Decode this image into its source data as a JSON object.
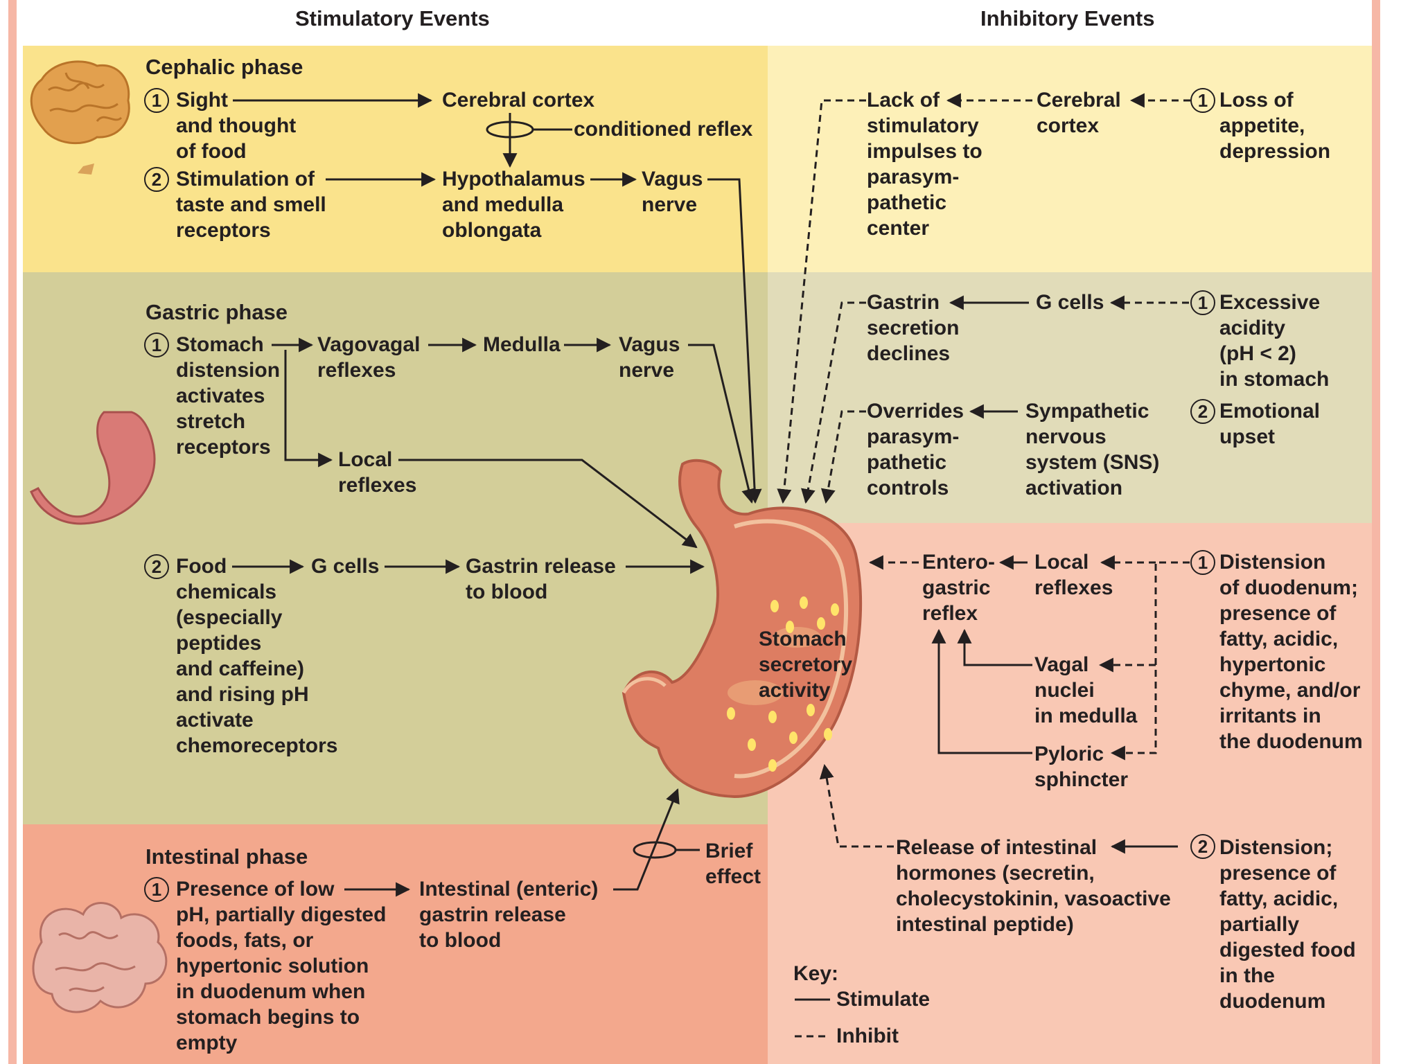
{
  "colors": {
    "cephalic_left": "#fae38c",
    "cephalic_right": "#fdf0b8",
    "gastric_left": "#d3ce99",
    "gastric_right": "#e1dcb9",
    "intestinal_left": "#f3a88d",
    "intestinal_right": "#f9c8b4",
    "ink": "#231f20",
    "side_bar": "#f6b7a6"
  },
  "headers": {
    "stimulatory": "Stimulatory Events",
    "inhibitory": "Inhibitory Events"
  },
  "phases": {
    "cephalic": "Cephalic phase",
    "gastric": "Gastric phase",
    "intestinal": "Intestinal phase"
  },
  "numbers": {
    "one": "1",
    "two": "2"
  },
  "cephalic": {
    "sight": "Sight\nand thought\nof food",
    "taste": "Stimulation of\ntaste and smell\nreceptors",
    "cerebral_cortex": "Cerebral cortex",
    "conditioned_reflex": "conditioned reflex",
    "hypothalamus": "Hypothalamus\nand medulla\noblongata",
    "vagus": "Vagus\nnerve",
    "lack": "Lack of\nstimulatory\nimpulses to\nparasym-\npathetic\ncenter",
    "inh_cortex": "Cerebral\ncortex",
    "loss": "Loss of\nappetite,\ndepression"
  },
  "gastric": {
    "stomach_distension": "Stomach\ndistension\nactivates\nstretch\nreceptors",
    "vagovagal": "Vagovagal\nreflexes",
    "medulla": "Medulla",
    "vagus": "Vagus\nnerve",
    "local": "Local\nreflexes",
    "food": "Food\nchemicals\n(especially\npeptides\nand caffeine)\nand rising pH\nactivate\nchemoreceptors",
    "g_cells": "G cells",
    "gastrin_release": "Gastrin release\nto blood",
    "gastrin_declines": "Gastrin\nsecretion\ndeclines",
    "inh_g_cells": "G cells",
    "excessive": "Excessive\nacidity\n(pH < 2)\nin stomach",
    "overrides": "Overrides\nparasym-\npathetic\ncontrols",
    "sympathetic": "Sympathetic\nnervous\nsystem (SNS)\nactivation",
    "emotional": "Emotional\nupset"
  },
  "stomach_label": "Stomach\nsecretory\nactivity",
  "intestinal": {
    "presence": "Presence of low\npH, partially digested\nfoods, fats, or\nhypertonic solution\nin duodenum when\nstomach begins to\nempty",
    "gastrin": "Intestinal (enteric)\ngastrin release\nto blood",
    "brief": "Brief\neffect",
    "enterogastric": "Entero-\ngastric\nreflex",
    "local": "Local\nreflexes",
    "vagal": "Vagal\nnuclei\nin medulla",
    "pyloric": "Pyloric\nsphincter",
    "distension1": "Distension\nof duodenum;\npresence of\nfatty, acidic,\nhypertonic\nchyme, and/or\nirritants in\nthe duodenum",
    "release": "Release of intestinal\nhormones (secretin,\ncholecystokinin, vasoactive\nintestinal peptide)",
    "distension2": "Distension;\npresence of\nfatty, acidic,\npartially\ndigested food\nin the\nduodenum"
  },
  "key": {
    "title": "Key:",
    "stimulate": "Stimulate",
    "inhibit": "Inhibit"
  }
}
